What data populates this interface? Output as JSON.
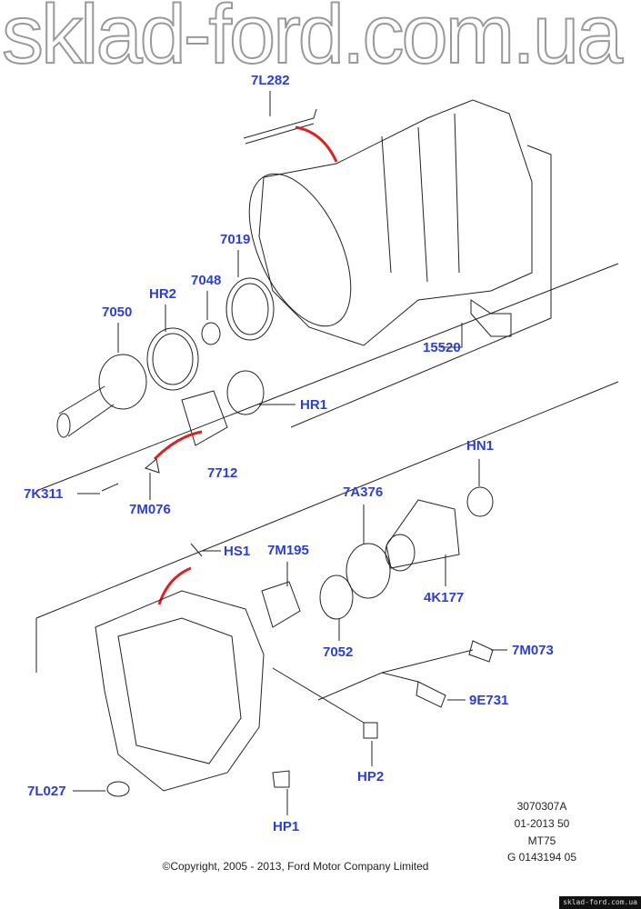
{
  "labels": {
    "l7L282": "7L282",
    "l7019": "7019",
    "l7048": "7048",
    "lHR2": "HR2",
    "l7050": "7050",
    "l15520": "15520",
    "lHR1": "HR1",
    "l7712": "7712",
    "l7K311": "7K311",
    "l7M076": "7M076",
    "l7A376": "7A376",
    "lHN1": "HN1",
    "lHS1": "HS1",
    "l7M195": "7M195",
    "l4K177": "4K177",
    "l7052": "7052",
    "l7M073": "7M073",
    "l9E731": "9E731",
    "lHP2": "HP2",
    "l7L027": "7L027",
    "lHP1": "HP1"
  },
  "info": [
    "3070307A",
    "01-2013 50",
    "MT75",
    "G 0143194 05"
  ],
  "copyright": "©Copyright, 2005 - 2013, Ford Motor Company Limited",
  "watermark": "sklad-ford.com.ua",
  "badge": "sklad-ford.com.ua",
  "colors": {
    "label": "#2b3fd4",
    "arrow": "#e02020"
  }
}
